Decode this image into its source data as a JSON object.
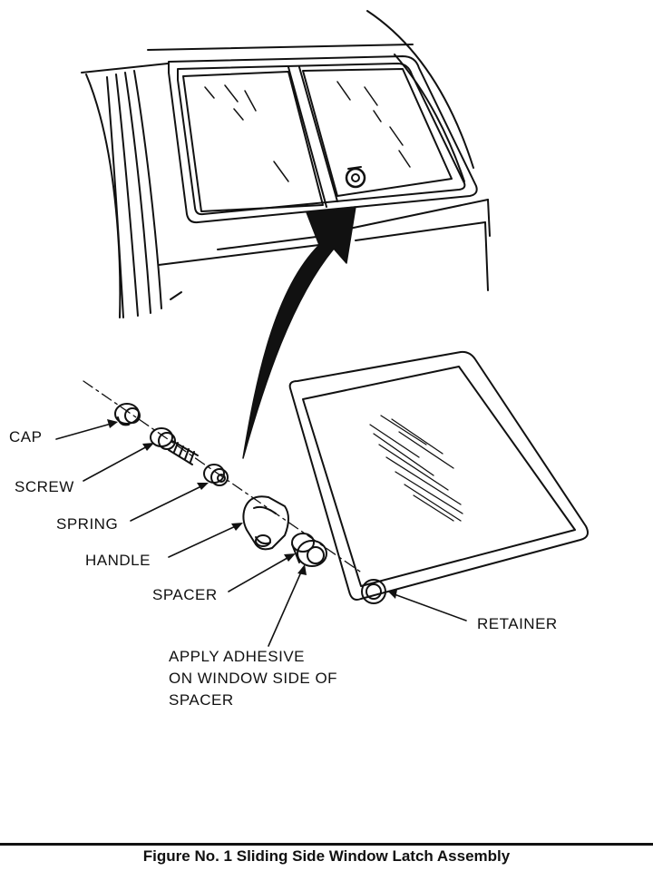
{
  "labels": {
    "cap": "CAP",
    "screw": "SCREW",
    "spring": "SPRING",
    "handle": "HANDLE",
    "spacer": "SPACER",
    "retainer": "RETAINER",
    "adhesive_note": [
      "APPLY ADHESIVE",
      "ON WINDOW SIDE OF",
      "SPACER"
    ]
  },
  "caption": "Figure No. 1 Sliding Side Window Latch Assembly",
  "colors": {
    "ink": "#111111",
    "paper": "#ffffff"
  }
}
